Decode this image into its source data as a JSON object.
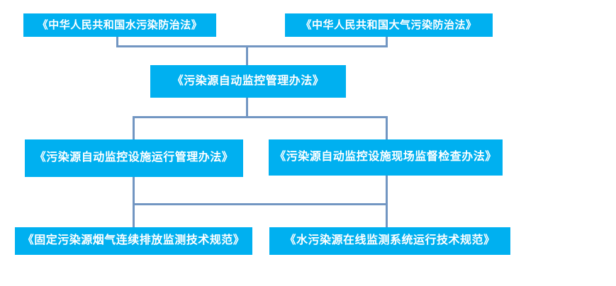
{
  "diagram": {
    "type": "flowchart",
    "colors": {
      "node_fill": "#00b0f0",
      "node_text": "#ffffff",
      "connector": "#7296c2",
      "background": "#ffffff"
    },
    "nodes": [
      {
        "id": "water-pollution-law",
        "level": 1,
        "label": "《中华人民共和国水污染防治法》"
      },
      {
        "id": "air-pollution-law",
        "level": 1,
        "label": "《中华人民共和国大气污染防治法》"
      },
      {
        "id": "auto-monitoring-measures",
        "level": 2,
        "label": "《污染源自动监控管理办法》"
      },
      {
        "id": "facility-operation-measures",
        "level": 3,
        "label": "《污染源自动监控设施运行管理办法》"
      },
      {
        "id": "onsite-inspection-measures",
        "level": 3,
        "label": "《污染源自动监控设施现场监督检查办法》"
      },
      {
        "id": "flue-gas-cems-spec",
        "level": 4,
        "label": "《固定污染源烟气连续排放监测技术规范》"
      },
      {
        "id": "water-online-monitoring-spec",
        "level": 4,
        "label": "《水污染源在线监测系统运行技术规范》"
      }
    ],
    "edges": [
      {
        "from": "water-pollution-law",
        "to": "auto-monitoring-measures"
      },
      {
        "from": "air-pollution-law",
        "to": "auto-monitoring-measures"
      },
      {
        "from": "auto-monitoring-measures",
        "to": "facility-operation-measures"
      },
      {
        "from": "auto-monitoring-measures",
        "to": "onsite-inspection-measures"
      },
      {
        "from": "facility-operation-measures",
        "to": "flue-gas-cems-spec",
        "via": "shared-bus"
      },
      {
        "from": "onsite-inspection-measures",
        "to": "water-online-monitoring-spec",
        "via": "shared-bus"
      }
    ]
  }
}
